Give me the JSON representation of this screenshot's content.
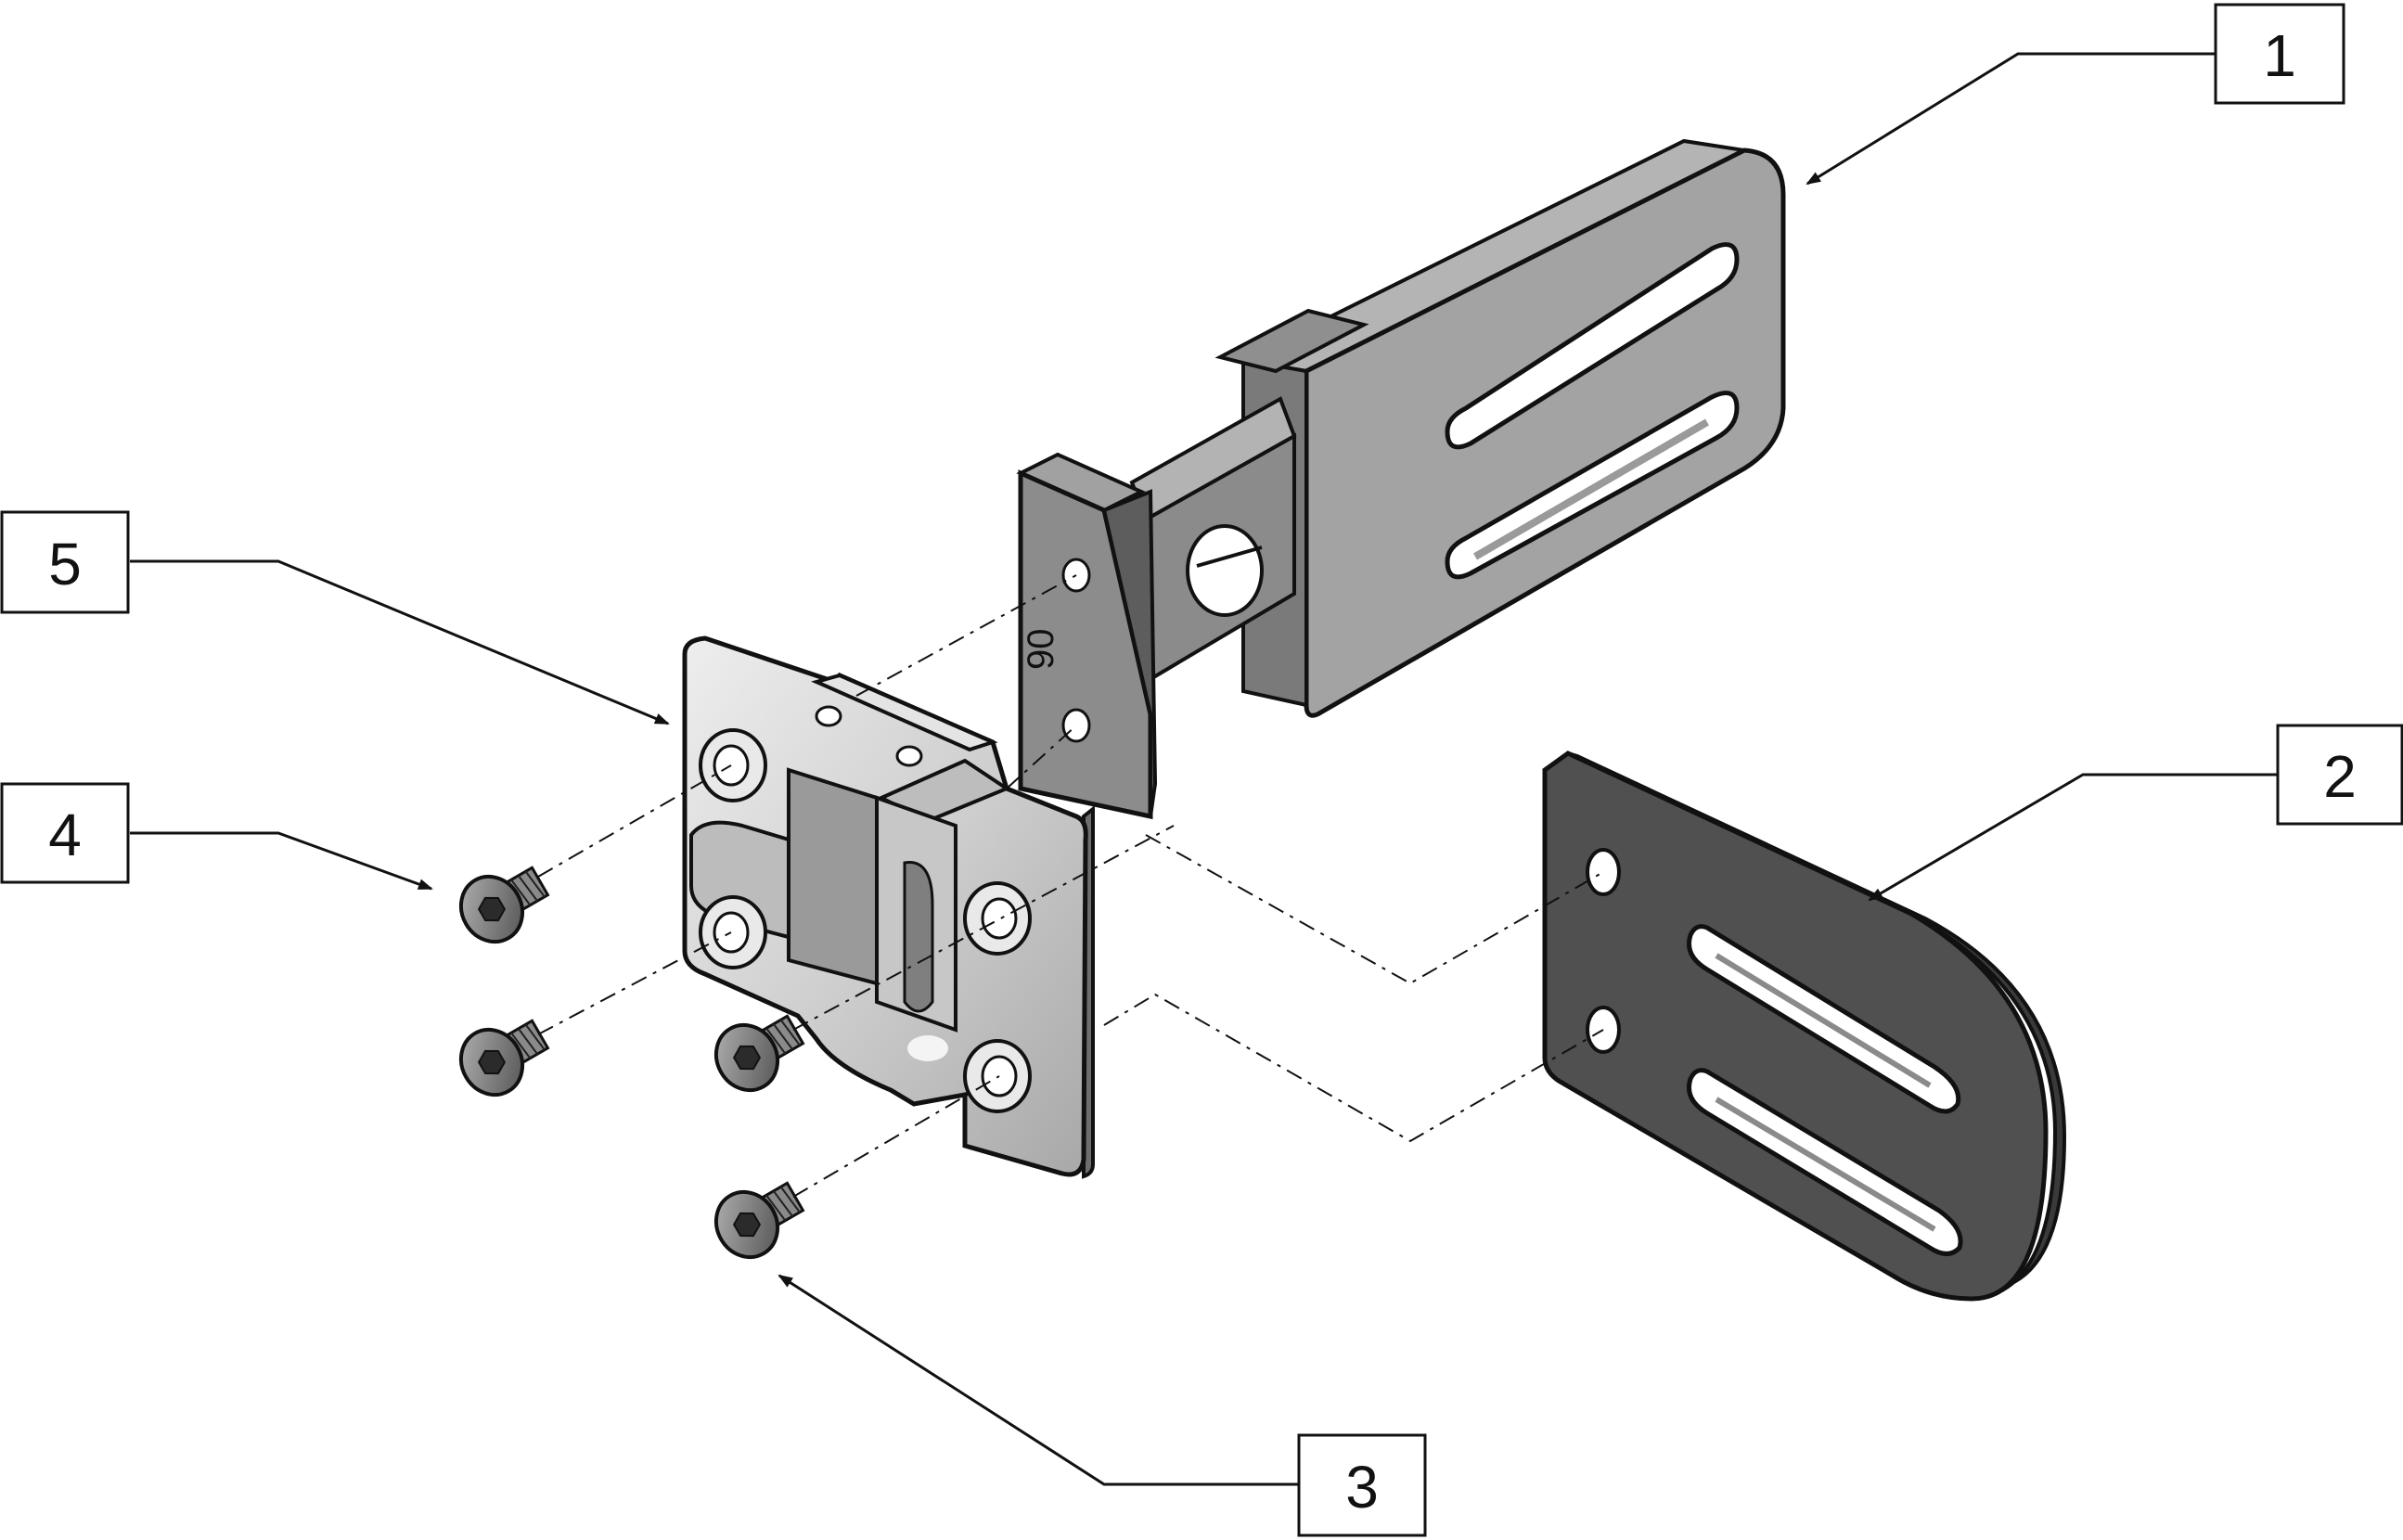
{
  "callouts": [
    {
      "id": "1",
      "label": "1"
    },
    {
      "id": "2",
      "label": "2"
    },
    {
      "id": "3",
      "label": "3"
    },
    {
      "id": "4",
      "label": "4"
    },
    {
      "id": "5",
      "label": "5"
    }
  ],
  "part_marking": "90",
  "colors": {
    "line": "#111111",
    "light_metal": "#c9c9c9",
    "mid_metal": "#9d9d9d",
    "dark_metal": "#6f6f6f",
    "dark_plate": "#4d4d4d",
    "dark_plate_edge": "#3a3a3a",
    "hinge_face": "#d8d8d8",
    "hinge_shadow": "#a4a4a4",
    "screw": "#7c7c7c"
  }
}
